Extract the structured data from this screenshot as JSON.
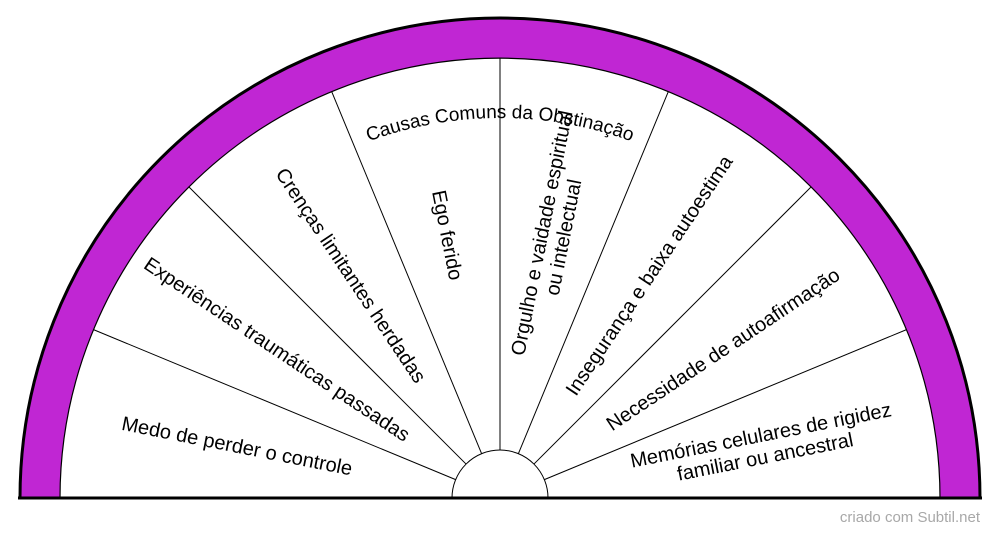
{
  "chart": {
    "title": "Causas Comuns da Obstinação",
    "ring_color": "#c026d3",
    "line_color": "#000000",
    "fill_color": "#ffffff",
    "segments": [
      [
        "Medo de perder o controle"
      ],
      [
        "Experiências traumáticas passadas"
      ],
      [
        "Crenças limitantes herdadas"
      ],
      [
        "Ego ferido"
      ],
      [
        "Orgulho e vaidade espiritual",
        "ou intelectual"
      ],
      [
        "Insegurança e baixa autoestima"
      ],
      [
        "Necessidade de autoafirmação"
      ],
      [
        "Memórias celulares de rigidez",
        "familiar ou ancestral"
      ]
    ]
  },
  "footer": {
    "credit": "criado com Subtil.net"
  }
}
